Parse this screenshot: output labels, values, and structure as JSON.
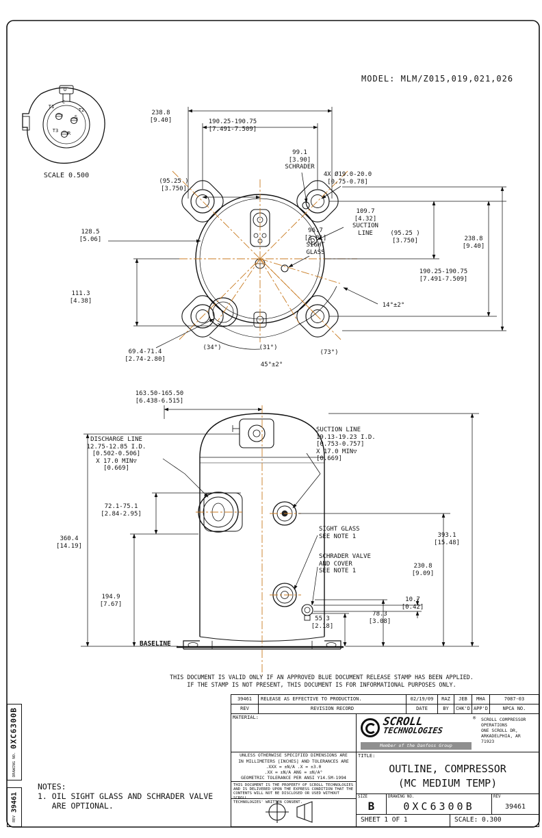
{
  "colors": {
    "line": "#111111",
    "centerline": "#c87a20",
    "paper": "#ffffff"
  },
  "model_label": "MODEL: MLM/Z015,019,021,026",
  "detail_view": {
    "scale_label": "SCALE 0.500",
    "terminals": {
      "u": "U",
      "c": "C",
      "t1": "T1",
      "s": "S",
      "t2": "T2",
      "r": "R",
      "t3": "T3"
    }
  },
  "top_view": {
    "dim_width_top": "238.8\n[9.40]",
    "dim_bolt_span_top": "190.25-190.75\n[7.491-7.509]",
    "dim_schrader": "99.1\n[3.90]\nSCHRADER",
    "dim_bolt_holes": "4X Ø19.0-20.0\n[0.75-0.78]",
    "dim_half_span_left": "(95.25 )\n[3.750]",
    "dim_suction": "109.7\n[4.32]\nSUCTION\nLINE",
    "dim_sight_glass": "96.7\n[3.81]\nSIGHT\nGLASS",
    "dim_half_span_right": "(95.25 )\n[3.750]",
    "dim_width_right": "238.8\n[9.40]",
    "dim_128": "128.5\n[5.06]",
    "dim_bolt_span_right": "190.25-190.75\n[7.491-7.509]",
    "dim_111": "111.3\n[4.38]",
    "angle_14": "14°±2°",
    "dim_69": "69.4-71.4\n[2.74-2.80]",
    "angle_34": "(34°)",
    "angle_31": "(31°)",
    "angle_73": "(73°)",
    "angle_45": "45°±2°"
  },
  "side_view": {
    "dim_163": "163.50-165.50\n[6.438-6.515]",
    "discharge_note": "DISCHARGE LINE\n12.75-12.85 I.D.\n[0.502-0.506]\nX 17.0 MIN▽\n[0.669]",
    "suction_note": "SUCTION LINE\n19.13-19.23 I.D.\n[0.753-0.757]\nX 17.0 MIN▽\n[0.669]",
    "dim_72": "72.1-75.1\n[2.84-2.95]",
    "dim_360": "360.4\n[14.19]",
    "sight_glass_note": "SIGHT GLASS\nSEE NOTE 1",
    "schrader_note": "SCHRADER VALVE\nAND COVER\nSEE NOTE 1",
    "dim_393": "393.1\n[15.48]",
    "dim_230": "230.8\n[9.09]",
    "dim_194": "194.9\n[7.67]",
    "dim_10": "10.7\n[0.42]",
    "dim_78": "78.3\n[3.08]",
    "dim_55": "55.3\n[2.18]",
    "baseline_label": "BASELINE"
  },
  "stamp_notice": "THIS DOCUMENT IS VALID ONLY IF AN APPROVED BLUE DOCUMENT RELEASE STAMP HAS BEEN APPLIED.\nIF THE STAMP IS NOT PRESENT, THIS DOCUMENT IS FOR INFORMATIONAL PURPOSES ONLY.",
  "notes": "NOTES:\n1. OIL SIGHT GLASS AND SCHRADER VALVE\n   ARE OPTIONAL.",
  "title_block": {
    "revision_entry": {
      "rev": "39461",
      "description": "RELEASE AS EFFECTIVE TO PRODUCTION.",
      "date": "02/19/09",
      "by": "RAZ",
      "chkd": "JEB",
      "appd": "MHA",
      "npca": "7087-03"
    },
    "revision_header": {
      "rev": "REV",
      "description": "REVISION RECORD",
      "date": "DATE",
      "by": "BY",
      "chkd": "CHK'D",
      "appd": "APP'D",
      "npca": "NPCA NO."
    },
    "material_label": "MATERIAL:",
    "logo": {
      "line1": "SCROLL",
      "line2": "TECHNOLOGIES",
      "registered": "®",
      "member": "Member of the Danfoss Group",
      "address": "SCROLL COMPRESSOR\nOPERATIONS\nONE SCROLL DR,\nARKADELPHIA, AR\n71923"
    },
    "tolerances": "UNLESS OTHERWISE SPECIFIED DIMENSIONS ARE\nIN MILLIMETERS [INCHES] AND TOLERANCES ARE\n.XXX = ±N/A  .X = ±3.0\n.XX = ±N/A  ANG = ±N/A°\nGEOMETRIC TOLERANCE PER ANSI Y14.5M-1994",
    "property_notice": "THIS DOCUMENT IS THE PROPERTY OF SCROLL TECHNOLOGIES\nAND IS DELIVERED UPON THE EXPRESS CONDITION THAT THE\nCONTENTS WILL NOT BE DISCLOSED OR USED WITHOUT SCROLL\nTECHNOLOGIES' WRITTEN CONSENT.",
    "title_label": "TITLE:",
    "title": "OUTLINE, COMPRESSOR\n(MC MEDIUM TEMP)",
    "size_label": "SIZE",
    "size": "B",
    "drawing_no_label": "DRAWING NO.",
    "drawing_no": "0XC6300B",
    "rev_label": "REV",
    "rev": "39461",
    "sheet": "SHEET 1 OF 1",
    "scale": "SCALE: 0.300"
  },
  "edge_strip": {
    "drawing_no_label": "DRAWING NO.",
    "drawing_no": "0XC6300B",
    "rev_label": "REV",
    "rev": "39461"
  }
}
